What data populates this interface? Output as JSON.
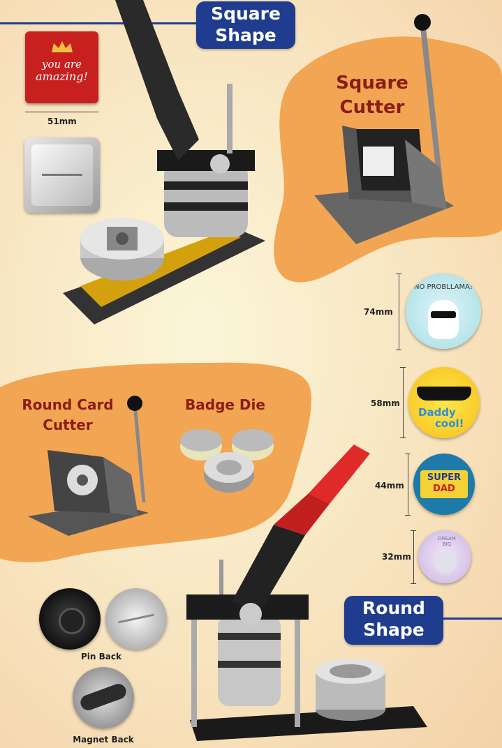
{
  "labels": {
    "square_shape": [
      "Square",
      "Shape"
    ],
    "square_cutter": [
      "Square",
      "Cutter"
    ],
    "round_card_cutter": [
      "Round Card",
      "Cutter"
    ],
    "badge_die": "Badge Die",
    "round_shape": [
      "Round",
      "Shape"
    ],
    "square_size": "51mm",
    "pin_back": "Pin Back",
    "magnet_back": "Magnet Back"
  },
  "square_sample": {
    "line1": "you are",
    "line2": "amazing!"
  },
  "badges": [
    {
      "size": "74mm",
      "text": "NO PROBLLAMA!"
    },
    {
      "size": "58mm",
      "text1": "Daddy",
      "text2": "cool!"
    },
    {
      "size": "44mm",
      "text1": "SUPER",
      "text2": "DAD"
    },
    {
      "size": "32mm",
      "text": "DREAM BIG"
    }
  ],
  "colors": {
    "navy": "#1f3c8f",
    "orange": "#f2a552",
    "title_red": "#8a1d15",
    "handle_red": "#e02a2a"
  }
}
